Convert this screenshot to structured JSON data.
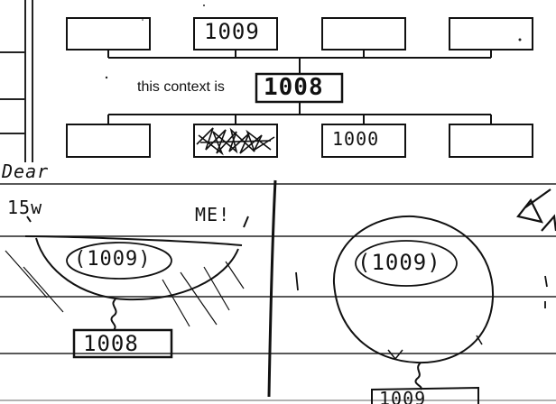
{
  "worksheet": {
    "context_sentence": "this context is",
    "handwritten_context_value": "1008",
    "top_row_boxes": [
      "",
      "1009",
      "",
      ""
    ],
    "bottom_row_boxes": [
      "",
      "",
      "1000",
      ""
    ],
    "scribble_label": "Dear",
    "left_sketch": {
      "corner_note": "15w",
      "right_note": "ME!",
      "bowl_value": "(1009)",
      "tag_value": "1008"
    },
    "right_sketch": {
      "circle_value": "(1009)",
      "tag_value": "1009"
    }
  }
}
